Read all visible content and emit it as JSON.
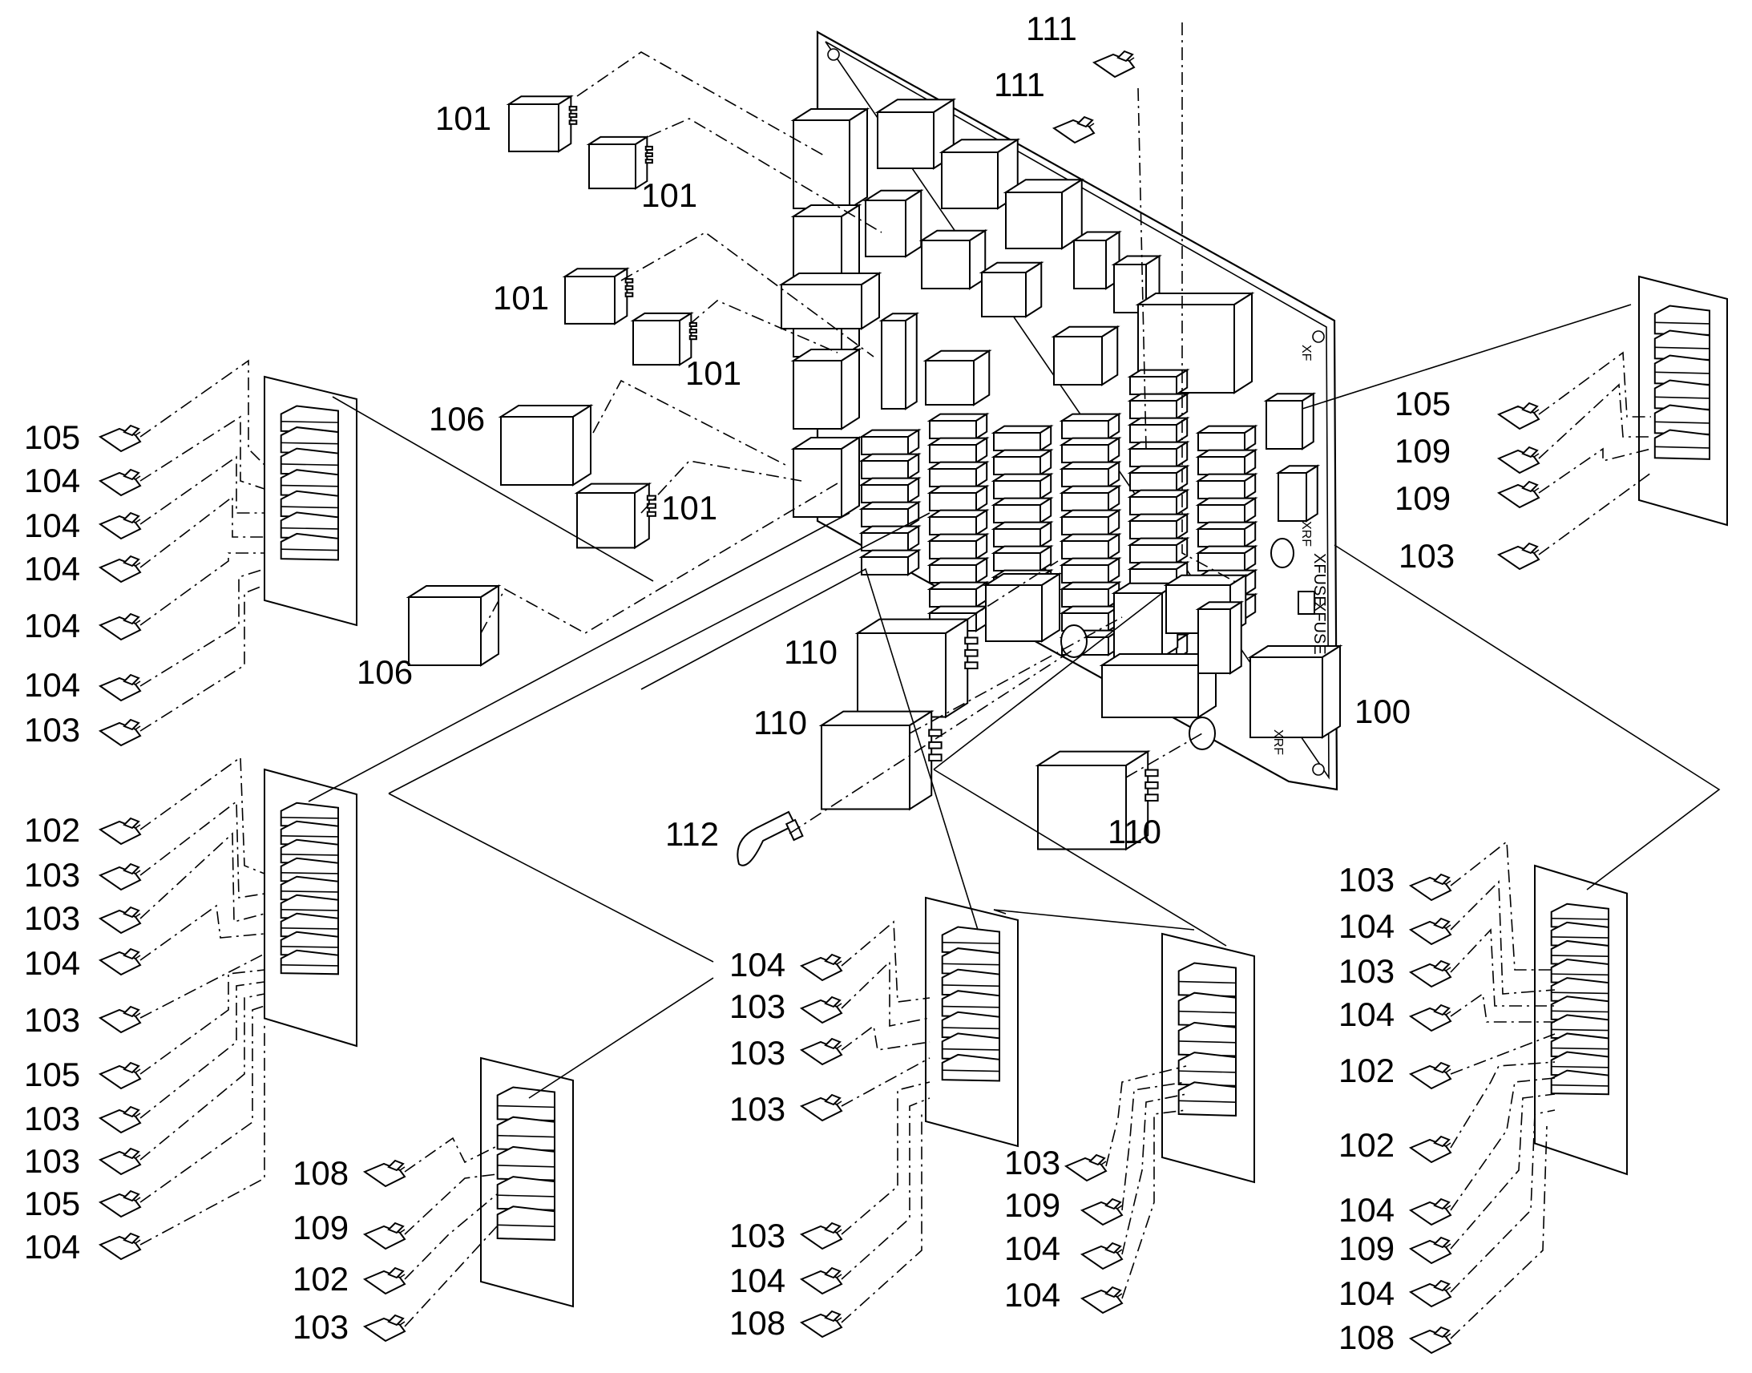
{
  "figure": {
    "kind": "exploded parts diagram",
    "background": "#ffffff",
    "ink": "#000000"
  },
  "board": {
    "markings": [
      "XFUSE",
      "XFUSE",
      "XF",
      "XRF",
      "XRF"
    ]
  },
  "callouts": [
    {
      "id": "c01",
      "text": "111"
    },
    {
      "id": "c02",
      "text": "111"
    },
    {
      "id": "c03",
      "text": "101"
    },
    {
      "id": "c04",
      "text": "101"
    },
    {
      "id": "c05",
      "text": "101"
    },
    {
      "id": "c06",
      "text": "101"
    },
    {
      "id": "c07",
      "text": "106"
    },
    {
      "id": "c08",
      "text": "101"
    },
    {
      "id": "c09",
      "text": "106"
    },
    {
      "id": "c10",
      "text": "110"
    },
    {
      "id": "c11",
      "text": "110"
    },
    {
      "id": "c12",
      "text": "110"
    },
    {
      "id": "c13",
      "text": "112"
    },
    {
      "id": "c14",
      "text": "100"
    },
    {
      "id": "c15",
      "text": "105"
    },
    {
      "id": "c16",
      "text": "104"
    },
    {
      "id": "c17",
      "text": "104"
    },
    {
      "id": "c18",
      "text": "104"
    },
    {
      "id": "c19",
      "text": "104"
    },
    {
      "id": "c20",
      "text": "104"
    },
    {
      "id": "c21",
      "text": "103"
    },
    {
      "id": "c22",
      "text": "105"
    },
    {
      "id": "c23",
      "text": "109"
    },
    {
      "id": "c24",
      "text": "109"
    },
    {
      "id": "c25",
      "text": "103"
    },
    {
      "id": "c26",
      "text": "102"
    },
    {
      "id": "c27",
      "text": "103"
    },
    {
      "id": "c28",
      "text": "103"
    },
    {
      "id": "c29",
      "text": "104"
    },
    {
      "id": "c30",
      "text": "103"
    },
    {
      "id": "c31",
      "text": "105"
    },
    {
      "id": "c32",
      "text": "103"
    },
    {
      "id": "c33",
      "text": "103"
    },
    {
      "id": "c34",
      "text": "105"
    },
    {
      "id": "c35",
      "text": "104"
    },
    {
      "id": "c36",
      "text": "108"
    },
    {
      "id": "c37",
      "text": "109"
    },
    {
      "id": "c38",
      "text": "102"
    },
    {
      "id": "c39",
      "text": "103"
    },
    {
      "id": "c40",
      "text": "104"
    },
    {
      "id": "c41",
      "text": "103"
    },
    {
      "id": "c42",
      "text": "103"
    },
    {
      "id": "c43",
      "text": "103"
    },
    {
      "id": "c44",
      "text": "103"
    },
    {
      "id": "c45",
      "text": "104"
    },
    {
      "id": "c46",
      "text": "108"
    },
    {
      "id": "c47",
      "text": "103"
    },
    {
      "id": "c48",
      "text": "109"
    },
    {
      "id": "c49",
      "text": "104"
    },
    {
      "id": "c50",
      "text": "104"
    },
    {
      "id": "c51",
      "text": "103"
    },
    {
      "id": "c52",
      "text": "104"
    },
    {
      "id": "c53",
      "text": "103"
    },
    {
      "id": "c54",
      "text": "104"
    },
    {
      "id": "c55",
      "text": "102"
    },
    {
      "id": "c56",
      "text": "102"
    },
    {
      "id": "c57",
      "text": "104"
    },
    {
      "id": "c58",
      "text": "109"
    },
    {
      "id": "c59",
      "text": "104"
    },
    {
      "id": "c60",
      "text": "108"
    }
  ]
}
